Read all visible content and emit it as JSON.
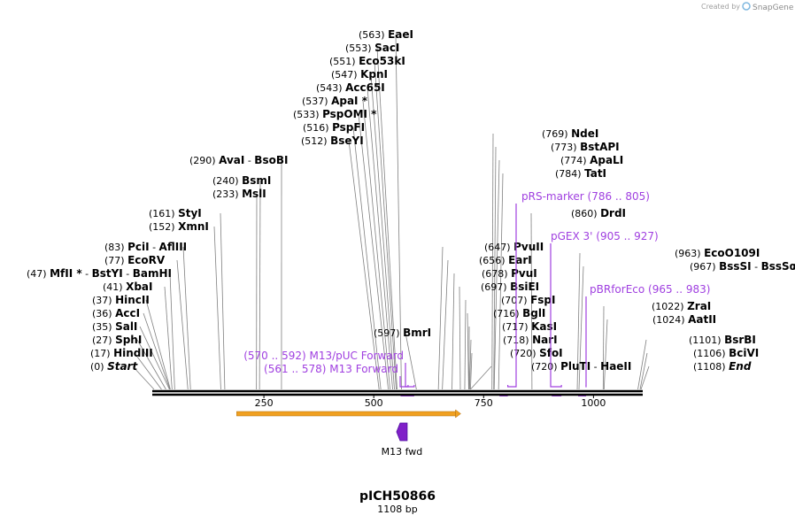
{
  "credit": {
    "prefix": "Created by",
    "brand": "SnapGene"
  },
  "plasmid": {
    "name": "pICH50866",
    "length_label": "1108 bp",
    "length": 1108
  },
  "axis": {
    "ticks": [
      "250",
      "500",
      "750",
      "1000"
    ]
  },
  "colors": {
    "feature": "#a040e0",
    "orange": "#f0a020",
    "backbone": "#000000"
  },
  "enzymes": [
    {
      "pos": "(0)",
      "parts": [
        {
          "t": "Start",
          "i": true
        }
      ],
      "site": 0
    },
    {
      "pos": "(17)",
      "parts": [
        {
          "t": "HindIII"
        }
      ],
      "site": 17
    },
    {
      "pos": "(27)",
      "parts": [
        {
          "t": "SphI"
        }
      ],
      "site": 27
    },
    {
      "pos": "(35)",
      "parts": [
        {
          "t": "SalI"
        }
      ],
      "site": 35
    },
    {
      "pos": "(36)",
      "parts": [
        {
          "t": "AccI"
        }
      ],
      "site": 36
    },
    {
      "pos": "(37)",
      "parts": [
        {
          "t": "HincII"
        }
      ],
      "site": 37
    },
    {
      "pos": "(41)",
      "parts": [
        {
          "t": "XbaI"
        }
      ],
      "site": 41
    },
    {
      "pos": "(47)",
      "parts": [
        {
          "t": "MfII *"
        },
        {
          "t": " - ",
          "n": true
        },
        {
          "t": "BstYI"
        },
        {
          "t": " - ",
          "n": true
        },
        {
          "t": "BamHI"
        }
      ],
      "site": 47
    },
    {
      "pos": "(77)",
      "parts": [
        {
          "t": "EcoRV"
        }
      ],
      "site": 77
    },
    {
      "pos": "(83)",
      "parts": [
        {
          "t": "PciI"
        },
        {
          "t": " - ",
          "n": true
        },
        {
          "t": "AflIII"
        }
      ],
      "site": 83
    },
    {
      "pos": "(152)",
      "parts": [
        {
          "t": "XmnI"
        }
      ],
      "site": 152
    },
    {
      "pos": "(161)",
      "parts": [
        {
          "t": "StyI"
        }
      ],
      "site": 161
    },
    {
      "pos": "(233)",
      "parts": [
        {
          "t": "MslI"
        }
      ],
      "site": 233
    },
    {
      "pos": "(240)",
      "parts": [
        {
          "t": "BsmI"
        }
      ],
      "site": 240
    },
    {
      "pos": "(290)",
      "parts": [
        {
          "t": "AvaI"
        },
        {
          "t": " - ",
          "n": true
        },
        {
          "t": "BsoBI"
        }
      ],
      "site": 290
    },
    {
      "pos": "(512)",
      "parts": [
        {
          "t": "BseYI"
        }
      ],
      "site": 512
    },
    {
      "pos": "(516)",
      "parts": [
        {
          "t": "PspFI"
        }
      ],
      "site": 516
    },
    {
      "pos": "(533)",
      "parts": [
        {
          "t": "PspOMI *"
        }
      ],
      "site": 533
    },
    {
      "pos": "(537)",
      "parts": [
        {
          "t": "ApaI *"
        }
      ],
      "site": 537
    },
    {
      "pos": "(543)",
      "parts": [
        {
          "t": "Acc65I"
        }
      ],
      "site": 543
    },
    {
      "pos": "(547)",
      "parts": [
        {
          "t": "KpnI"
        }
      ],
      "site": 547
    },
    {
      "pos": "(551)",
      "parts": [
        {
          "t": "Eco53kI"
        }
      ],
      "site": 551
    },
    {
      "pos": "(553)",
      "parts": [
        {
          "t": "SacI"
        }
      ],
      "site": 553
    },
    {
      "pos": "(563)",
      "parts": [
        {
          "t": "EaeI"
        }
      ],
      "site": 563
    },
    {
      "pos": "(597)",
      "parts": [
        {
          "t": "BmrI"
        }
      ],
      "site": 597
    },
    {
      "pos": "(647)",
      "parts": [
        {
          "t": "PvuII"
        }
      ],
      "site": 647
    },
    {
      "pos": "(656)",
      "parts": [
        {
          "t": "EarI"
        }
      ],
      "site": 656
    },
    {
      "pos": "(678)",
      "parts": [
        {
          "t": "PvuI"
        }
      ],
      "site": 678
    },
    {
      "pos": "(697)",
      "parts": [
        {
          "t": "BsiEI"
        }
      ],
      "site": 697
    },
    {
      "pos": "(707)",
      "parts": [
        {
          "t": "FspI"
        }
      ],
      "site": 707
    },
    {
      "pos": "(716)",
      "parts": [
        {
          "t": "BglI"
        }
      ],
      "site": 716
    },
    {
      "pos": "(717)",
      "parts": [
        {
          "t": "KasI"
        }
      ],
      "site": 717
    },
    {
      "pos": "(718)",
      "parts": [
        {
          "t": "NarI"
        }
      ],
      "site": 718
    },
    {
      "pos": "(720)",
      "parts": [
        {
          "t": "SfoI"
        }
      ],
      "site": 720
    },
    {
      "pos": "(720)",
      "parts": [
        {
          "t": "PluTI"
        },
        {
          "t": " - ",
          "n": true
        },
        {
          "t": "HaeII"
        }
      ],
      "site": 720
    },
    {
      "pos": "(769)",
      "parts": [
        {
          "t": "NdeI"
        }
      ],
      "site": 769
    },
    {
      "pos": "(773)",
      "parts": [
        {
          "t": "BstAPI"
        }
      ],
      "site": 773
    },
    {
      "pos": "(774)",
      "parts": [
        {
          "t": "ApaLI"
        }
      ],
      "site": 774
    },
    {
      "pos": "(784)",
      "parts": [
        {
          "t": "TatI"
        }
      ],
      "site": 784
    },
    {
      "pos": "(860)",
      "parts": [
        {
          "t": "DrdI"
        }
      ],
      "site": 860
    },
    {
      "pos": "(963)",
      "parts": [
        {
          "t": "EcoO109I"
        }
      ],
      "site": 963
    },
    {
      "pos": "(967)",
      "parts": [
        {
          "t": "BssSI"
        },
        {
          "t": " - ",
          "n": true
        },
        {
          "t": "BssSαI"
        }
      ],
      "site": 967
    },
    {
      "pos": "(1022)",
      "parts": [
        {
          "t": "ZraI"
        }
      ],
      "site": 1022
    },
    {
      "pos": "(1024)",
      "parts": [
        {
          "t": "AatII"
        }
      ],
      "site": 1024
    },
    {
      "pos": "(1101)",
      "parts": [
        {
          "t": "BsrBI"
        }
      ],
      "site": 1101
    },
    {
      "pos": "(1106)",
      "parts": [
        {
          "t": "BciVI"
        }
      ],
      "site": 1106
    },
    {
      "pos": "(1108)",
      "parts": [
        {
          "t": "End",
          "i": true
        }
      ],
      "site": 1108
    }
  ],
  "features": [
    {
      "name": "pRS-marker",
      "range": "(786 .. 805)",
      "start": 786,
      "end": 805
    },
    {
      "name": "pGEX 3'",
      "range": "(905 .. 927)",
      "start": 905,
      "end": 927
    },
    {
      "name": "pBRforEco",
      "range": "(965 .. 983)",
      "start": 965,
      "end": 983
    },
    {
      "name": "M13/pUC Forward",
      "range": "(570 .. 592)",
      "start": 570,
      "end": 592
    },
    {
      "name": "M13 Forward",
      "range": "(561 .. 578)",
      "start": 561,
      "end": 578
    }
  ],
  "orf": {
    "start": 188,
    "end": 698
  },
  "primer": {
    "name": "M13 fwd",
    "start": 558,
    "end": 578
  }
}
